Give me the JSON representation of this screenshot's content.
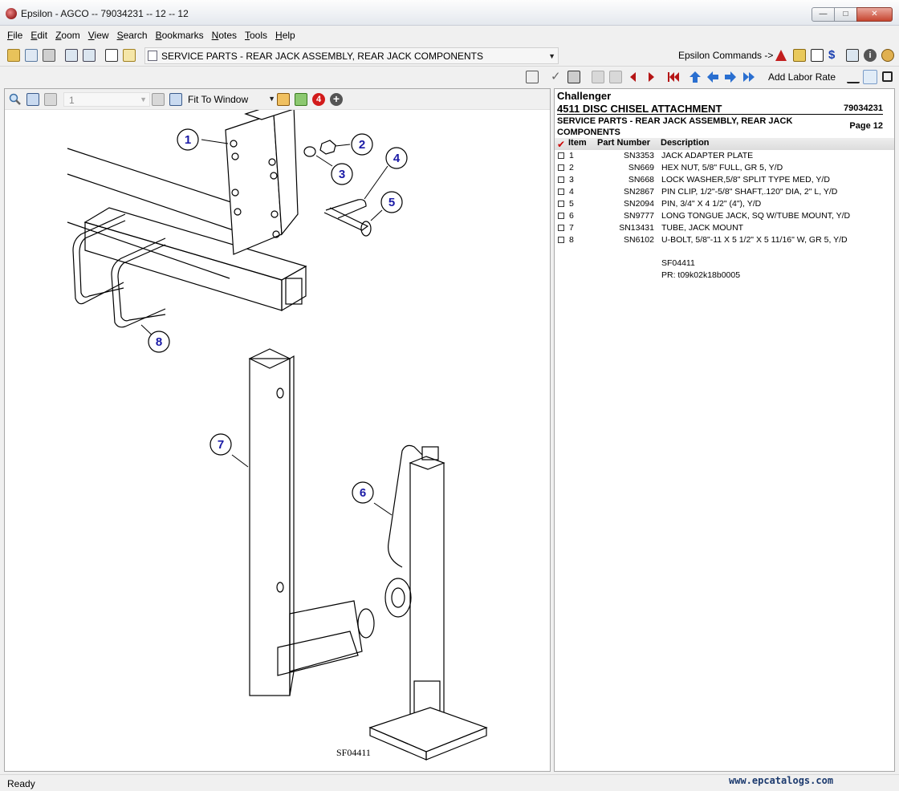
{
  "window": {
    "title": "Epsilon - AGCO -- 79034231 -- 12 -- 12",
    "min_glyph": "—",
    "max_glyph": "□",
    "close_glyph": "✕"
  },
  "menu": [
    {
      "label": "File",
      "key": "F",
      "rest": "ile"
    },
    {
      "label": "Edit",
      "key": "E",
      "rest": "dit"
    },
    {
      "label": "Zoom",
      "key": "Z",
      "rest": "oom"
    },
    {
      "label": "View",
      "key": "V",
      "rest": "iew"
    },
    {
      "label": "Search",
      "key": "S",
      "rest": "earch"
    },
    {
      "label": "Bookmarks",
      "key": "B",
      "rest": "ookmarks"
    },
    {
      "label": "Notes",
      "key": "N",
      "rest": "otes"
    },
    {
      "label": "Tools",
      "key": "T",
      "rest": "ools"
    },
    {
      "label": "Help",
      "key": "H",
      "rest": "elp"
    }
  ],
  "toolbar": {
    "document_selector": "SERVICE PARTS - REAR JACK ASSEMBLY, REAR JACK COMPONENTS",
    "commands_label": "Epsilon Commands ->",
    "add_labor_rate": "Add Labor Rate"
  },
  "drawing_toolbar": {
    "page": "1",
    "fit_mode": "Fit To Window",
    "marker_count": "4"
  },
  "drawing": {
    "caption": "SF04411",
    "callouts": [
      "1",
      "2",
      "3",
      "4",
      "5",
      "6",
      "7",
      "8"
    ]
  },
  "parts": {
    "brand": "Challenger",
    "model": "4511 DISC CHISEL ATTACHMENT",
    "part_number": "79034231",
    "section": "SERVICE PARTS - REAR JACK ASSEMBLY, REAR JACK COMPONENTS",
    "page": "Page 12",
    "columns": {
      "check": "✔",
      "item": "Item",
      "part": "Part Number",
      "desc": "Description"
    },
    "rows": [
      {
        "item": "1",
        "part": "SN3353",
        "desc": "JACK ADAPTER PLATE"
      },
      {
        "item": "2",
        "part": "SN669",
        "desc": "HEX NUT, 5/8\" FULL, GR 5, Y/D"
      },
      {
        "item": "3",
        "part": "SN668",
        "desc": "LOCK WASHER,5/8\" SPLIT TYPE MED, Y/D"
      },
      {
        "item": "4",
        "part": "SN2867",
        "desc": "PIN CLIP, 1/2\"-5/8\" SHAFT,.120\" DIA, 2\" L, Y/D"
      },
      {
        "item": "5",
        "part": "SN2094",
        "desc": "PIN, 3/4\" X 4 1/2\" (4\"), Y/D"
      },
      {
        "item": "6",
        "part": "SN9777",
        "desc": "LONG TONGUE JACK, SQ W/TUBE MOUNT, Y/D"
      },
      {
        "item": "7",
        "part": "SN13431",
        "desc": "TUBE, JACK MOUNT"
      },
      {
        "item": "8",
        "part": "SN6102",
        "desc": "U-BOLT, 5/8\"-11 X 5 1/2\" X 5 11/16\" W, GR 5, Y/D"
      }
    ],
    "ref_code": "SF04411",
    "pr_code": "PR: t09k02k18b0005"
  },
  "status": {
    "text": "Ready",
    "watermark": "www.epcatalogs.com"
  },
  "colors": {
    "accent_red": "#cc0000",
    "callout_text": "#1a1aa6",
    "nav_blue": "#2a6fd0"
  }
}
